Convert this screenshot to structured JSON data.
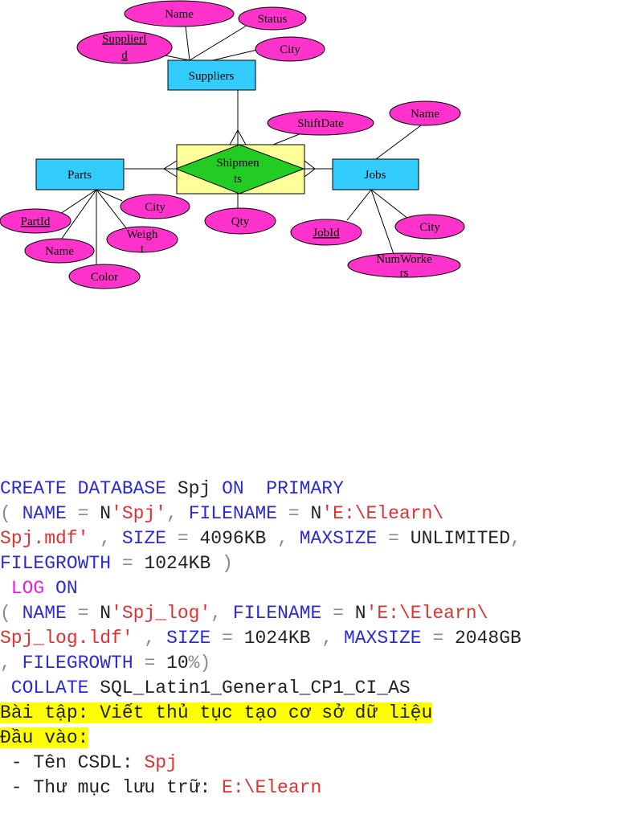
{
  "diagram": {
    "entities": {
      "suppliers": "Suppliers",
      "parts": "Parts",
      "jobs": "Jobs",
      "shipments_line1": "Shipmen",
      "shipments_line2": "ts"
    },
    "attributes": {
      "supplier_name": "Name",
      "supplier_status": "Status",
      "supplier_id_line1": "SupplierI",
      "supplier_id_line2": "d",
      "supplier_city": "City",
      "shift_date": "ShiftDate",
      "job_name": "Name",
      "part_id": "PartId",
      "part_city": "City",
      "part_weight_line1": "Weigh",
      "part_weight_line2": "t",
      "part_name": "Name",
      "part_color": "Color",
      "qty": "Qty",
      "job_id": "JobId",
      "job_city": "City",
      "num_workers_line1": "NumWorke",
      "num_workers_line2": "rs"
    },
    "colors": {
      "attribute_fill": "#ff33cc",
      "entity_fill": "#33ccff",
      "relationship_fill": "#22cc22",
      "relationship_box": "#ffff99"
    }
  },
  "code": {
    "l1_a": "CREATE DATABASE",
    "l1_b": " Spj ",
    "l1_c": "ON  PRIMARY",
    "l2_a": "( ",
    "l2_b": "NAME",
    "l2_c": " = ",
    "l2_d": "N",
    "l2_e": "'Spj'",
    "l2_f": ", ",
    "l2_g": "FILENAME",
    "l2_h": " = ",
    "l2_i": "N",
    "l2_j": "'E:\\Elearn\\",
    "l3_a": "Spj.mdf'",
    "l3_b": " , ",
    "l3_c": "SIZE",
    "l3_d": " = ",
    "l3_e": "4096KB",
    "l3_f": " , ",
    "l3_g": "MAXSIZE",
    "l3_h": " = ",
    "l3_i": "UNLIMITED",
    "l3_j": ",",
    "l4_a": "FILEGROWTH",
    "l4_b": " = ",
    "l4_c": "1024KB",
    "l4_d": " )",
    "l5_a": " LOG ",
    "l5_b": "ON",
    "l6_a": "( ",
    "l6_b": "NAME",
    "l6_c": " = ",
    "l6_d": "N",
    "l6_e": "'Spj_log'",
    "l6_f": ", ",
    "l6_g": "FILENAME",
    "l6_h": " = ",
    "l6_i": "N",
    "l6_j": "'E:\\Elearn\\",
    "l7_a": "Spj_log.ldf'",
    "l7_b": " , ",
    "l7_c": "SIZE",
    "l7_d": " = ",
    "l7_e": "1024KB",
    "l7_f": " , ",
    "l7_g": "MAXSIZE",
    "l7_h": " = ",
    "l7_i": "2048GB",
    "l8_a": ", ",
    "l8_b": "FILEGROWTH",
    "l8_c": " = ",
    "l8_d": "10",
    "l8_e": "%)",
    "l9_a": " COLLATE",
    "l9_b": " SQL_Latin1_General_CP1_CI_AS"
  },
  "exercise": {
    "title": "Bài tập: Viết thủ tục tạo cơ sở dữ liệu",
    "input_label": "Đầu vào:",
    "item1_label": " - Tên CSDL: ",
    "item1_value": "Spj",
    "item2_label": " - Thư mục lưu trữ: ",
    "item2_value": "E:\\Elearn"
  }
}
